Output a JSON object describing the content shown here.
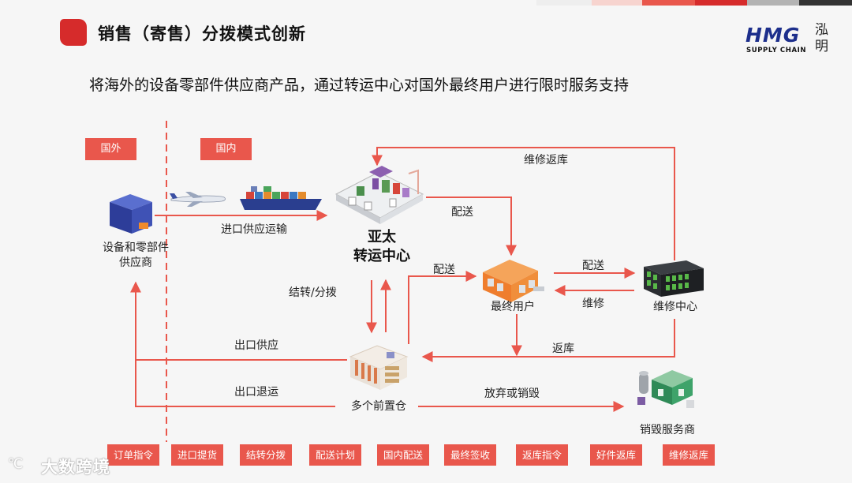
{
  "header": {
    "title": "销售（寄售）分拨模式创新",
    "subtitle": "将海外的设备零部件供应商产品，通过转运中心对国外最终用户进行限时服务支持",
    "top_bar_colors": [
      "#eeeeee",
      "#f7d4cf",
      "#e9574c",
      "#d62b2b",
      "#b3b3b3",
      "#333333"
    ]
  },
  "logo": {
    "brand": "HMG",
    "tagline": "SUPPLY CHAIN",
    "chinese_mark": "泓明"
  },
  "regions": {
    "overseas": "国外",
    "domestic": "国内"
  },
  "nodes": {
    "supplier": "设备和零部件\n供应商",
    "hub_line1": "亚太",
    "hub_line2": "转运中心",
    "end_user": "最终用户",
    "repair_center": "维修中心",
    "forward_warehouse": "多个前置仓",
    "destruction_provider": "销毁服务商"
  },
  "flow_labels": {
    "import_transport": "进口供应运输",
    "repair_return_top": "维修返库",
    "deliver_hub_to_user": "配送",
    "deliver_wh_to_user": "配送",
    "transfer_distribute": "结转/分拨",
    "deliver_user_to_repair": "配送",
    "repair": "维修",
    "return_to_wh": "返库",
    "export_supply": "出口供应",
    "export_return": "出口退运",
    "abandon_destroy": "放弃或销毁"
  },
  "process_steps": [
    "订单指令",
    "进口提货",
    "结转分拨",
    "配送计划",
    "国内配送",
    "最终签收",
    "返库指令",
    "好件返库",
    "维修返库"
  ],
  "watermark": "大数跨境",
  "colors": {
    "accent": "#e9574c",
    "arrow": "#e9574c",
    "brand_blue": "#1d2f8c"
  },
  "icons": {
    "supplier": "cube-box-icon",
    "plane": "airplane-icon",
    "ship": "cargo-ship-icon",
    "hub": "warehouse-isometric-icon",
    "end_user": "orange-building-icon",
    "repair_center": "dark-building-icon",
    "forward_warehouse": "shelving-warehouse-icon",
    "destruction_provider": "factory-icon"
  }
}
